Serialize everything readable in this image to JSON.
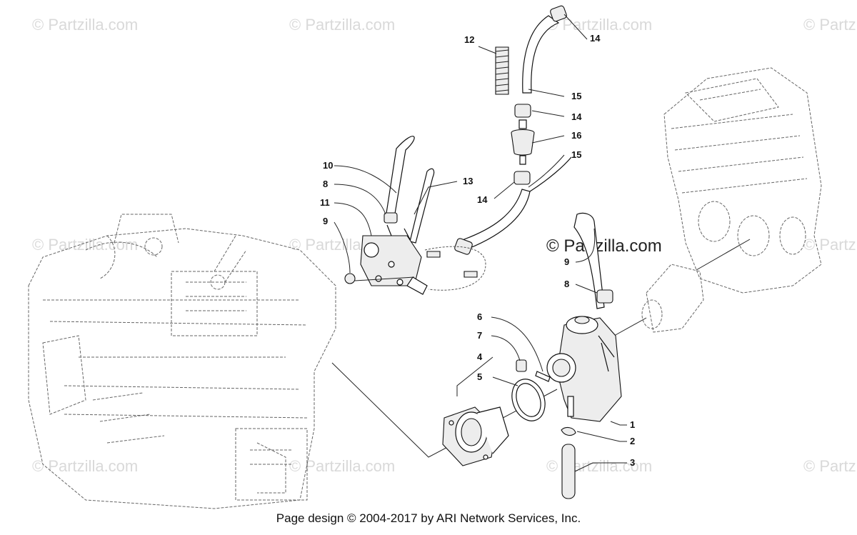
{
  "watermark": {
    "text": "© Partzilla.com",
    "highlight_text": "© Partzilla.com"
  },
  "callouts": [
    {
      "label": "1"
    },
    {
      "label": "2"
    },
    {
      "label": "3"
    },
    {
      "label": "4"
    },
    {
      "label": "5"
    },
    {
      "label": "6"
    },
    {
      "label": "7"
    },
    {
      "label": "8"
    },
    {
      "label": "9"
    },
    {
      "label": "10"
    },
    {
      "label": "11"
    },
    {
      "label": "8"
    },
    {
      "label": "9"
    },
    {
      "label": "12"
    },
    {
      "label": "13"
    },
    {
      "label": "14"
    },
    {
      "label": "14"
    },
    {
      "label": "14"
    },
    {
      "label": "15"
    },
    {
      "label": "15"
    },
    {
      "label": "16"
    }
  ],
  "footer": {
    "text": "Page design © 2004-2017 by ARI Network Services, Inc."
  }
}
